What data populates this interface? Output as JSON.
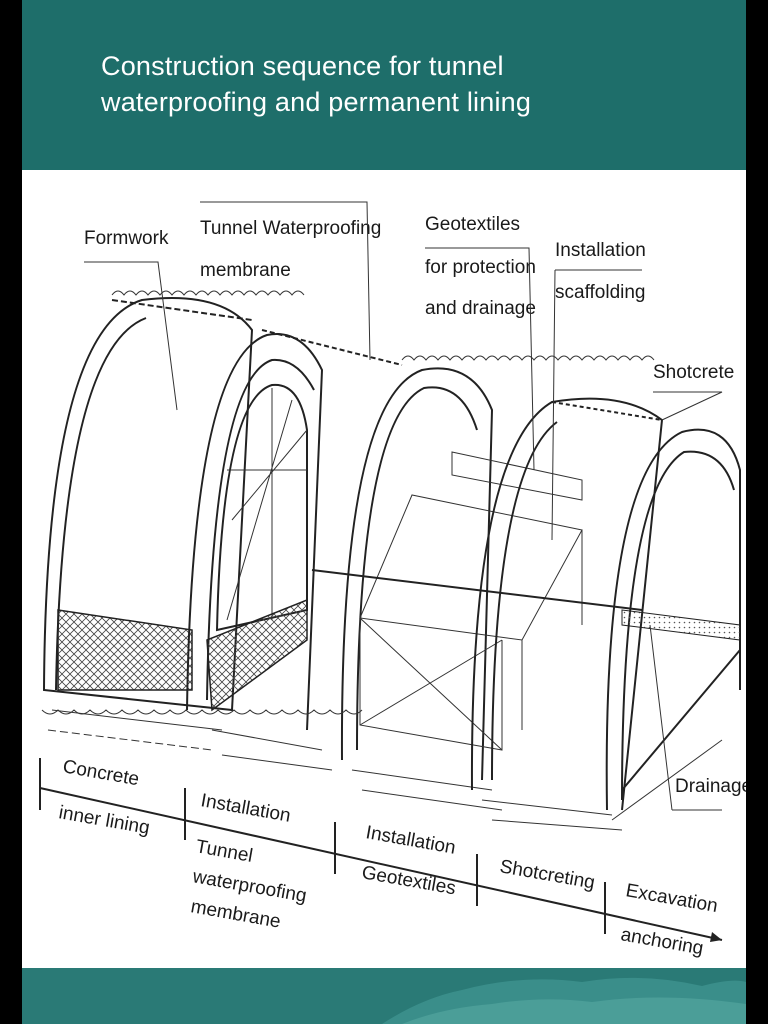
{
  "title_lines": [
    "Construction sequence for tunnel",
    "waterproofing and permanent lining"
  ],
  "labels": {
    "formwork": "Formwork",
    "membrane": [
      "Tunnel Waterproofing",
      "membrane"
    ],
    "geotextiles": [
      "Geotextiles",
      "for protection",
      "and drainage"
    ],
    "scaffolding": [
      "Installation",
      "scaffolding"
    ],
    "shotcrete": "Shotcrete",
    "drainage": "Drainage"
  },
  "stages": [
    [
      "Concrete",
      "inner lining"
    ],
    [
      "Installation",
      "Tunnel",
      "waterproofing",
      "membrane"
    ],
    [
      "Installation",
      "Geotextiles"
    ],
    [
      "Shotcreting"
    ],
    [
      "Excavation",
      "anchoring"
    ]
  ],
  "colors": {
    "header": "#1e6e6a",
    "footer": "#2a7a76",
    "border": "#000000"
  }
}
